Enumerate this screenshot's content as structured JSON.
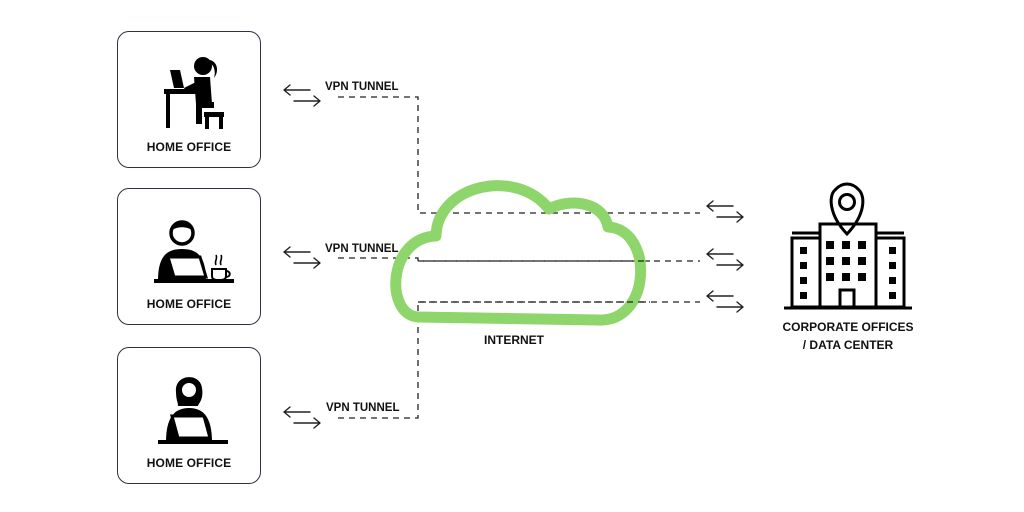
{
  "diagram": {
    "home_offices": [
      {
        "label": "HOME OFFICE",
        "icon": "person-at-desk-icon"
      },
      {
        "label": "HOME OFFICE",
        "icon": "man-with-laptop-icon"
      },
      {
        "label": "HOME OFFICE",
        "icon": "woman-with-laptop-icon"
      }
    ],
    "tunnels": [
      {
        "label": "VPN TUNNEL"
      },
      {
        "label": "VPN TUNNEL"
      },
      {
        "label": "VPN TUNNEL"
      }
    ],
    "cloud": {
      "label": "INTERNET",
      "icon": "cloud-icon"
    },
    "destination": {
      "label_line1": "CORPORATE OFFICES",
      "label_line2": "/ DATA CENTER",
      "icon": "office-building-location-icon"
    },
    "colors": {
      "cloud": "#8ed66b",
      "stroke": "#2b3440",
      "icon": "#000000"
    }
  }
}
